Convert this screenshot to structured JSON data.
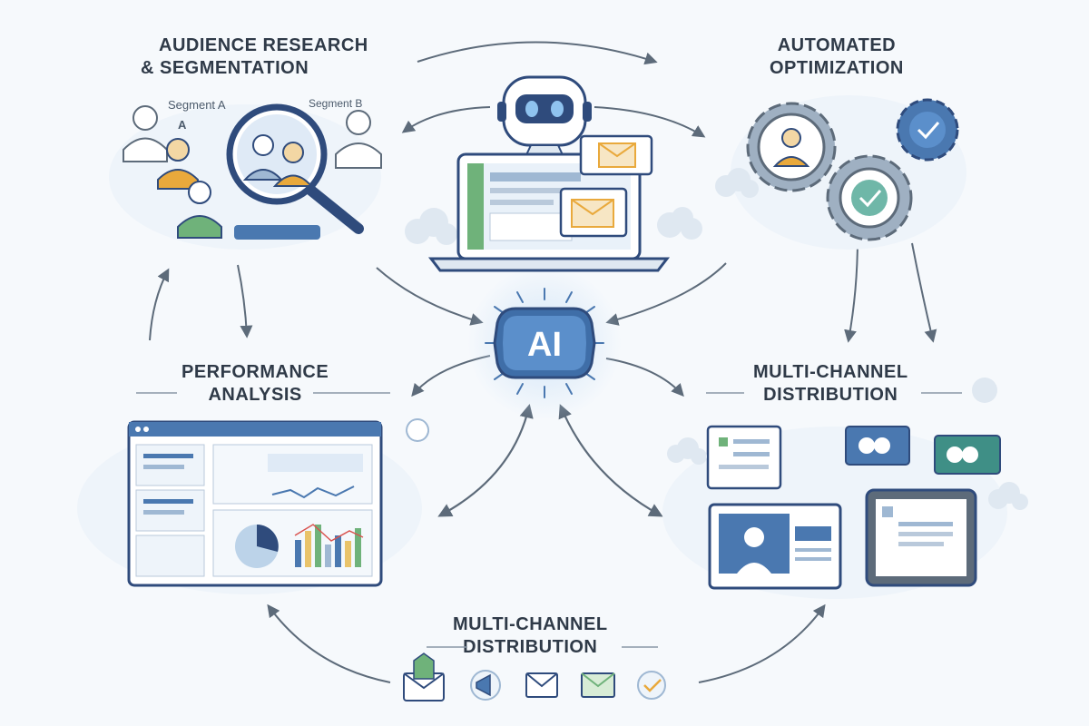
{
  "hub": {
    "label": "AI"
  },
  "sections": {
    "audience": {
      "line1": "AUDIENCE RESEARCH",
      "line2": "& SEGMENTATION"
    },
    "optimization": {
      "line1": "AUTOMATED",
      "line2": "OPTIMIZATION"
    },
    "performance": {
      "line1": "PERFORMANCE",
      "line2": "ANALYSIS"
    },
    "distribution_right": {
      "line1": "MULTI-CHANNEL",
      "line2": "DISTRIBUTION"
    },
    "distribution_bottom": {
      "line1": "MULTI-CHANNEL",
      "line2": "DISTRIBUTION"
    }
  },
  "audience_tags": {
    "segment_a": "Segment A",
    "segment_b": "Segment B",
    "letter_a": "A"
  },
  "channel_icons": [
    "envelope-icon",
    "megaphone-icon",
    "mail-send-icon",
    "email-icon",
    "chat-icon"
  ],
  "colors": {
    "navy": "#2f4b7c",
    "blue": "#4a78b0",
    "light_blue": "#cfe0f0",
    "orange": "#e9a93c",
    "green": "#6fb27a",
    "gray": "#5d6b7a",
    "text": "#2f3a48"
  }
}
